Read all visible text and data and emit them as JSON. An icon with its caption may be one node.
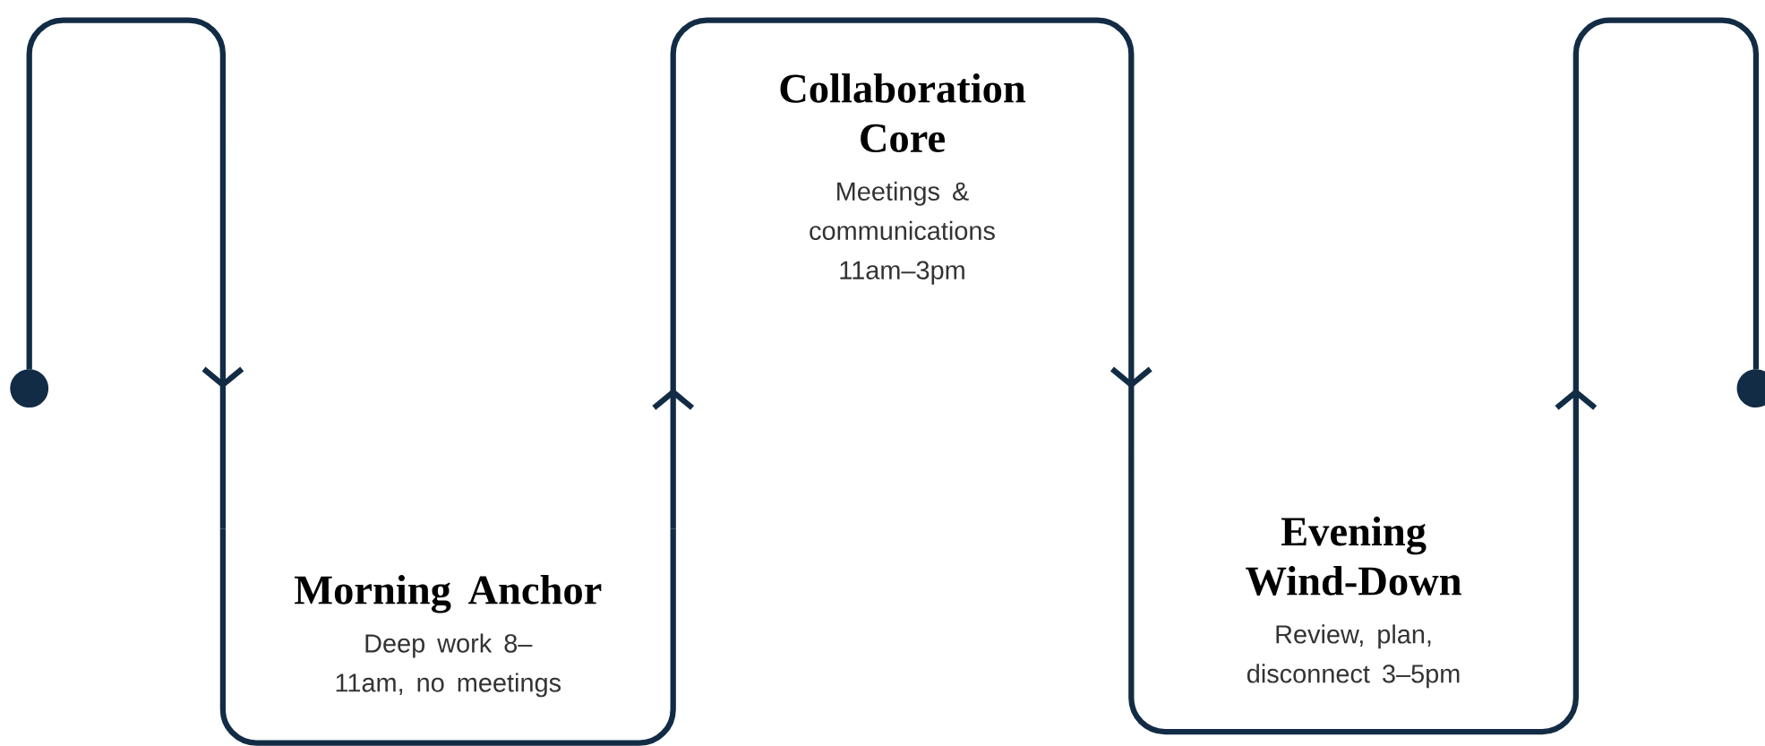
{
  "diagram": {
    "nodes": [
      {
        "text": [],
        "shape": "circle"
      },
      {
        "text": [
          "Morning Anchor",
          "Deep work 8–11am, no meetings"
        ]
      },
      {
        "text": [
          "Collaboration Core",
          "Meetings & communications 11am–3pm"
        ]
      },
      {
        "text": [
          "Evening Wind-Down",
          "Review, plan, disconnect 3–5pm"
        ]
      },
      {
        "text": [],
        "shape": "circle"
      }
    ],
    "edges": [
      {
        "from": 0,
        "to": 1,
        "arrow": "to"
      },
      {
        "from": 1,
        "to": 2,
        "arrow": "to"
      },
      {
        "from": 2,
        "to": 3,
        "arrow": "to"
      },
      {
        "from": 3,
        "to": 4,
        "arrow": "to"
      }
    ]
  }
}
